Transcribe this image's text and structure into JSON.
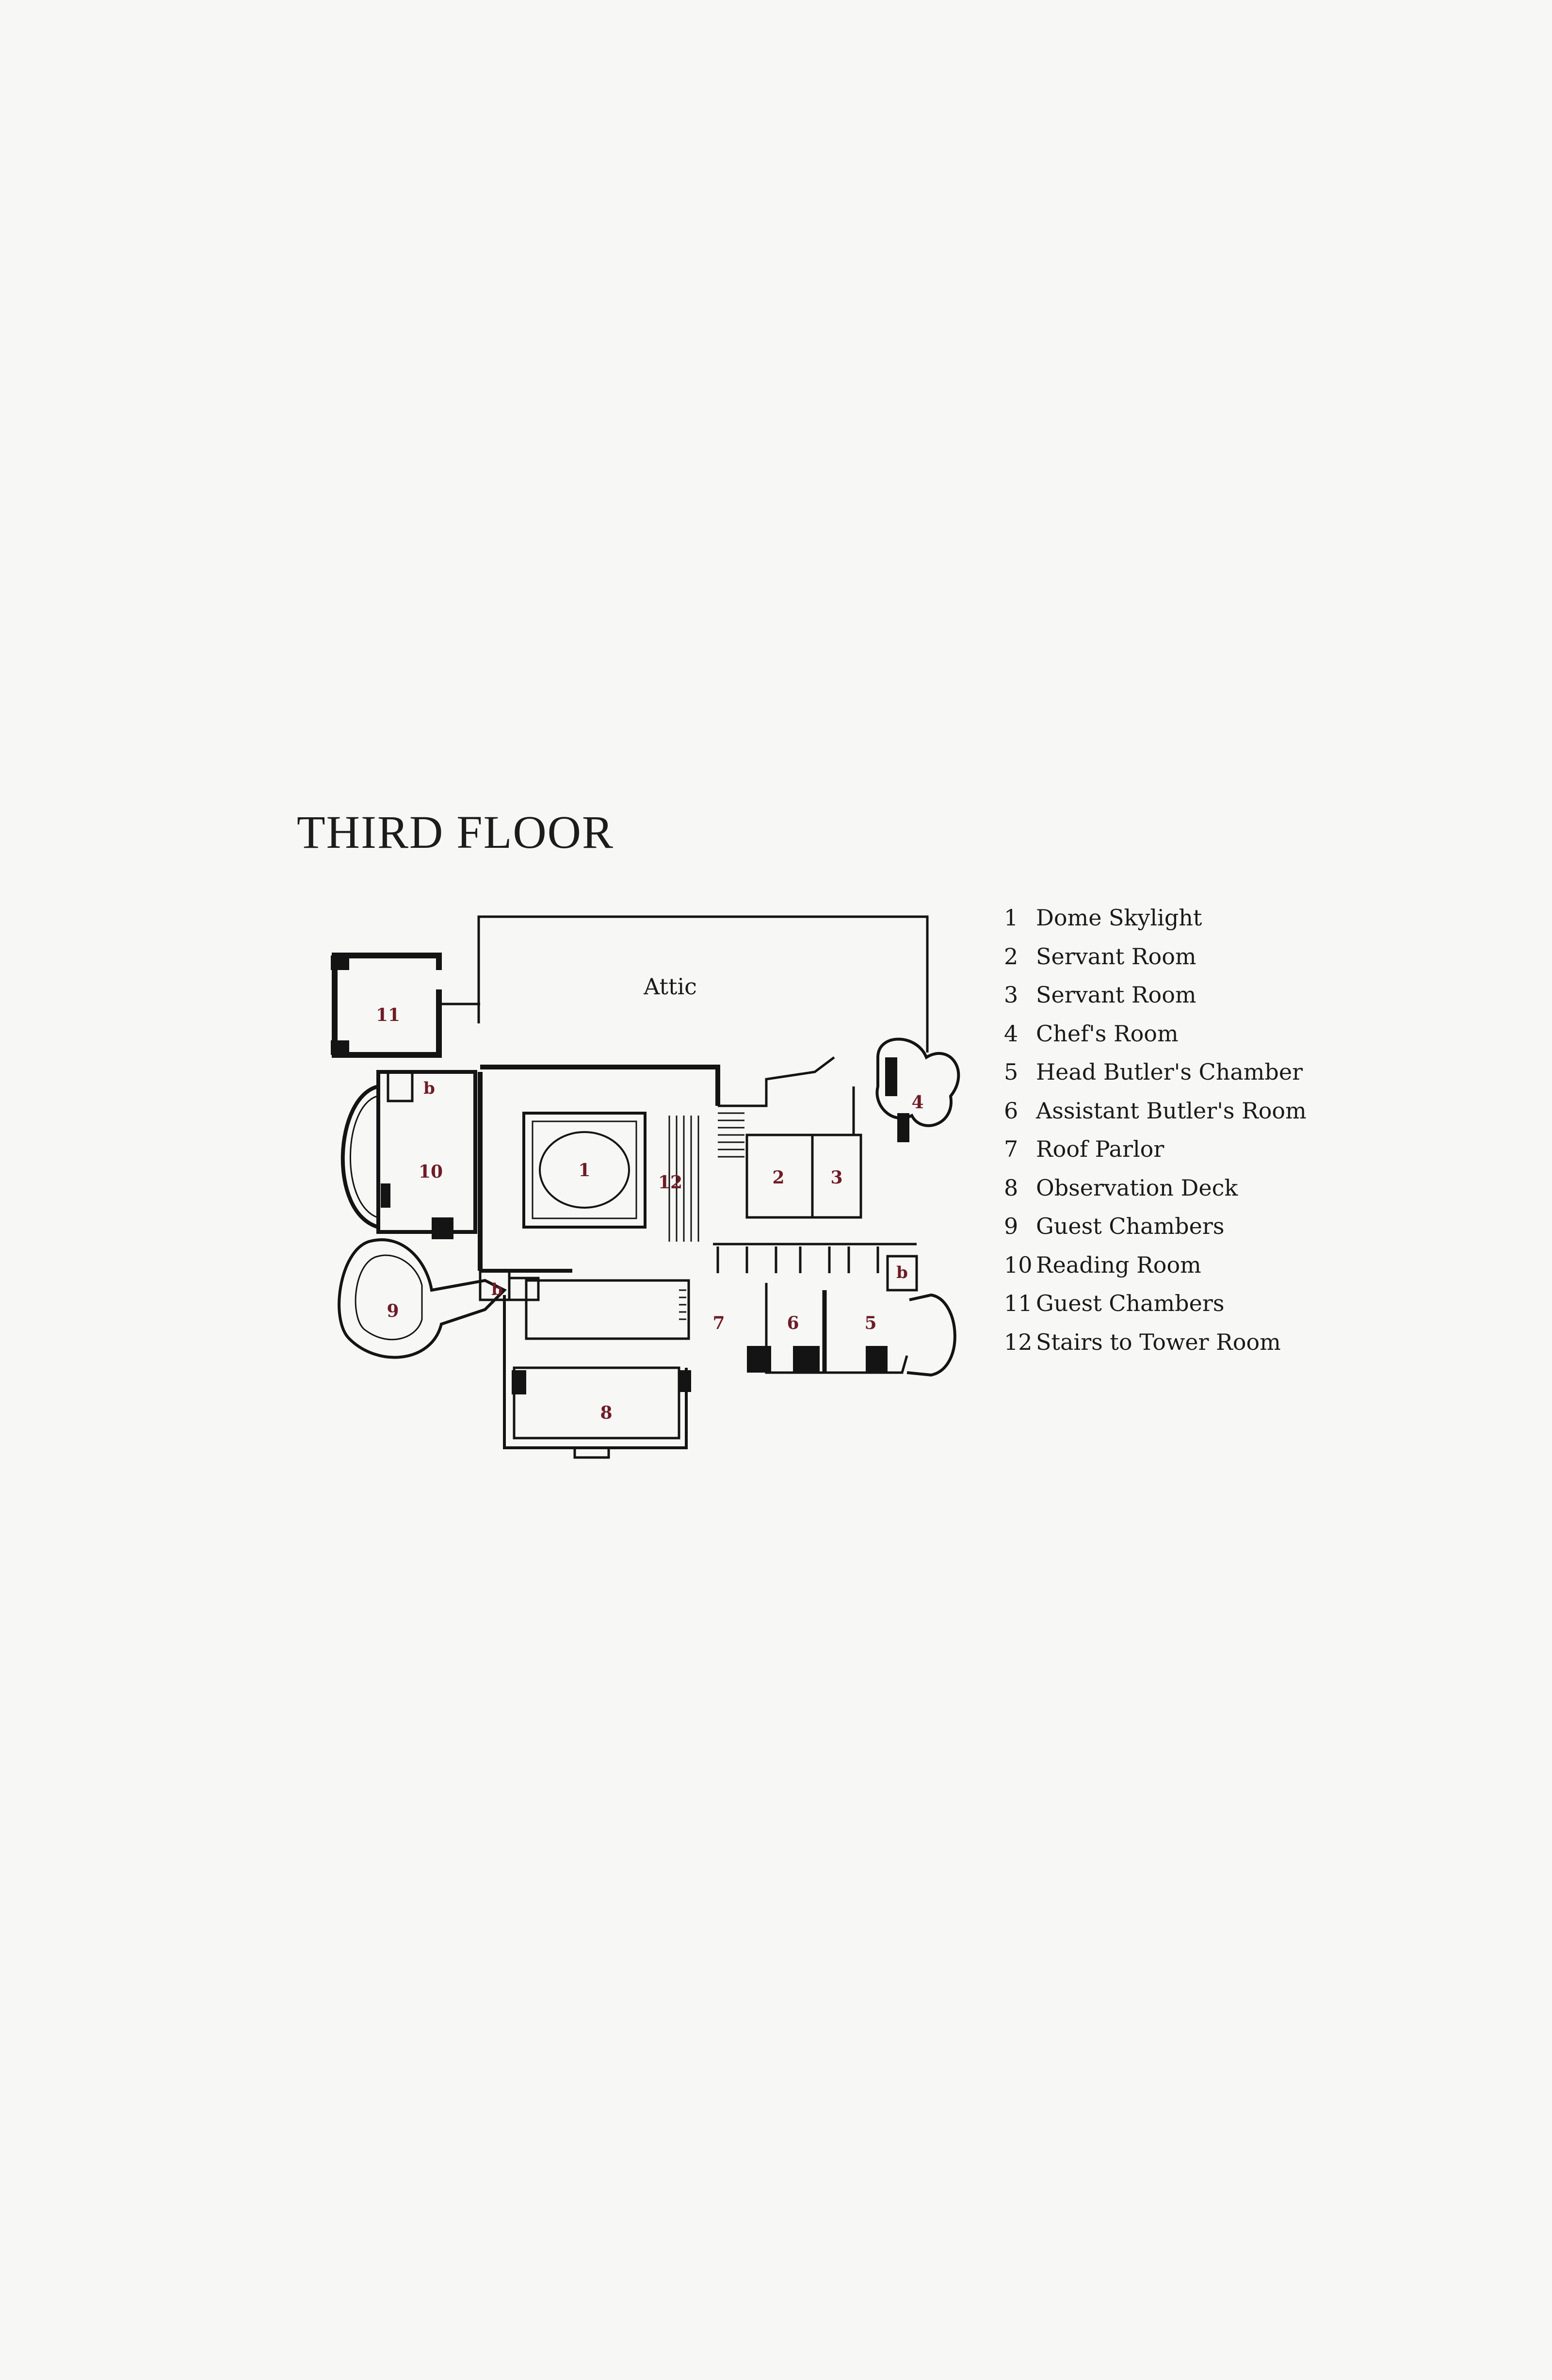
{
  "title": "THIRD FLOOR",
  "plan": {
    "attic_label": "Attic",
    "bath_label": "b",
    "room_numbers": [
      "1",
      "2",
      "3",
      "4",
      "5",
      "6",
      "7",
      "8",
      "9",
      "10",
      "11",
      "12"
    ]
  },
  "legend": [
    {
      "num": "1",
      "label": "Dome Skylight"
    },
    {
      "num": "2",
      "label": "Servant Room"
    },
    {
      "num": "3",
      "label": "Servant Room"
    },
    {
      "num": "4",
      "label": "Chef's Room"
    },
    {
      "num": "5",
      "label": "Head Butler's Chamber"
    },
    {
      "num": "6",
      "label": "Assistant Butler's Room"
    },
    {
      "num": "7",
      "label": "Roof Parlor"
    },
    {
      "num": "8",
      "label": "Observation Deck"
    },
    {
      "num": "9",
      "label": "Guest Chambers"
    },
    {
      "num": "10",
      "label": "Reading Room"
    },
    {
      "num": "11",
      "label": "Guest Chambers"
    },
    {
      "num": "12",
      "label": "Stairs to Tower Room"
    }
  ],
  "colors": {
    "room_number": "#6e1c26",
    "wall": "#141414",
    "paper": "#f7f7f5"
  }
}
